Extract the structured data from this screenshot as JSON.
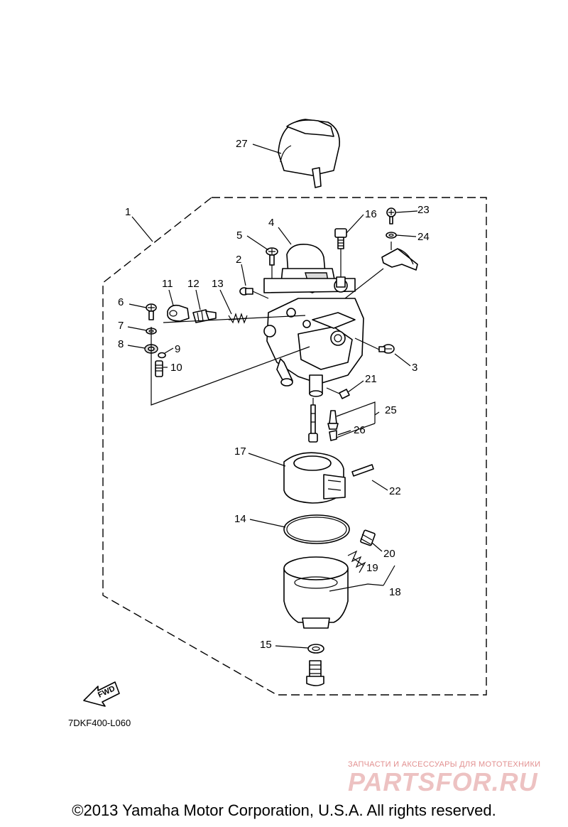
{
  "callouts": {
    "c1": "1",
    "c2": "2",
    "c3": "3",
    "c4": "4",
    "c5": "5",
    "c6": "6",
    "c7": "7",
    "c8": "8",
    "c9": "9",
    "c10": "10",
    "c11": "11",
    "c12": "12",
    "c13": "13",
    "c14": "14",
    "c15": "15",
    "c16": "16",
    "c17": "17",
    "c18": "18",
    "c19": "19",
    "c20": "20",
    "c21": "21",
    "c22": "22",
    "c23": "23",
    "c24": "24",
    "c25": "25",
    "c26": "26",
    "c27": "27"
  },
  "fwd_label": "FWD",
  "diagram_code": "7DKF400-L060",
  "watermark": {
    "tagline": "ЗАПЧАСТИ И АКСЕССУАРЫ ДЛЯ МОТОТЕХНИКИ",
    "brand": "PARTSFOR.RU"
  },
  "copyright": "©2013 Yamaha Motor Corporation, U.S.A. All rights reserved."
}
